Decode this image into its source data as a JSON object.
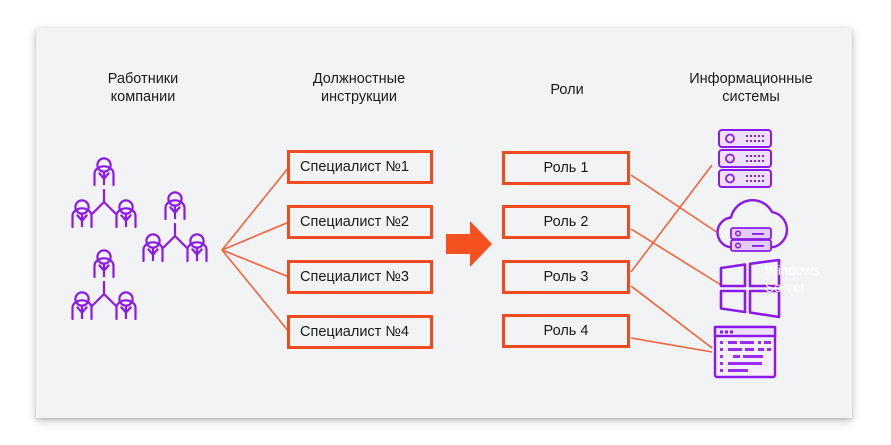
{
  "diagram": {
    "background_color": "#ffffff",
    "panel_color": "#f2f3f5",
    "accent_orange": "#f04a1e",
    "accent_purple": "#8b1ae8",
    "text_color": "#1a1a1a"
  },
  "columns": {
    "employees": {
      "title": "Работники\nкомпании"
    },
    "jobs": {
      "title": "Должностные\nинструкции"
    },
    "roles": {
      "title": "Роли"
    },
    "systems": {
      "title": "Информационные\nсистемы"
    }
  },
  "job_boxes": [
    {
      "label": "Специалист №1"
    },
    {
      "label": "Специалист №2"
    },
    {
      "label": "Специалист №3"
    },
    {
      "label": "Специалист №4"
    }
  ],
  "role_boxes": [
    {
      "label": "Роль 1"
    },
    {
      "label": "Роль 2"
    },
    {
      "label": "Роль 3"
    },
    {
      "label": "Роль 4"
    }
  ],
  "systems": [
    {
      "icon": "server-rack-icon",
      "label": ""
    },
    {
      "icon": "cloud-server-icon",
      "label": ""
    },
    {
      "icon": "windows-server-icon",
      "label": "Windows\nServer"
    },
    {
      "icon": "code-editor-icon",
      "label": ""
    }
  ],
  "employee_groups": [
    {
      "icon": "people-group-icon",
      "people": 3
    },
    {
      "icon": "people-group-icon",
      "people": 3
    },
    {
      "icon": "people-group-icon",
      "people": 3
    }
  ],
  "transition_arrow": {
    "icon": "arrow-right-icon",
    "direction": "right"
  }
}
